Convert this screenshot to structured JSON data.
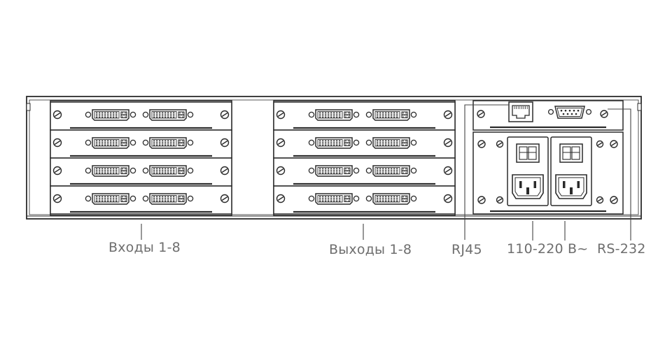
{
  "labels": {
    "inputs": "Входы 1-8",
    "outputs": "Выходы 1-8",
    "rj45": "RJ45",
    "power": "110-220 В~",
    "rs232": "RS-232"
  },
  "colors": {
    "stroke": "#2b2b2b",
    "panel_fill": "#f4f4f4",
    "card_fill": "#ffffff",
    "label_text": "#6e6e6e",
    "leader_line": "#444444"
  },
  "device": {
    "input_cards": 4,
    "output_cards": 4,
    "dvi_ports_per_card": 2,
    "power_inlets": 2,
    "icons": [
      "dvi-port-icon",
      "rj45-port-icon",
      "db9-port-icon",
      "iec-power-inlet-icon",
      "power-switch-icon",
      "screw-icon"
    ]
  }
}
